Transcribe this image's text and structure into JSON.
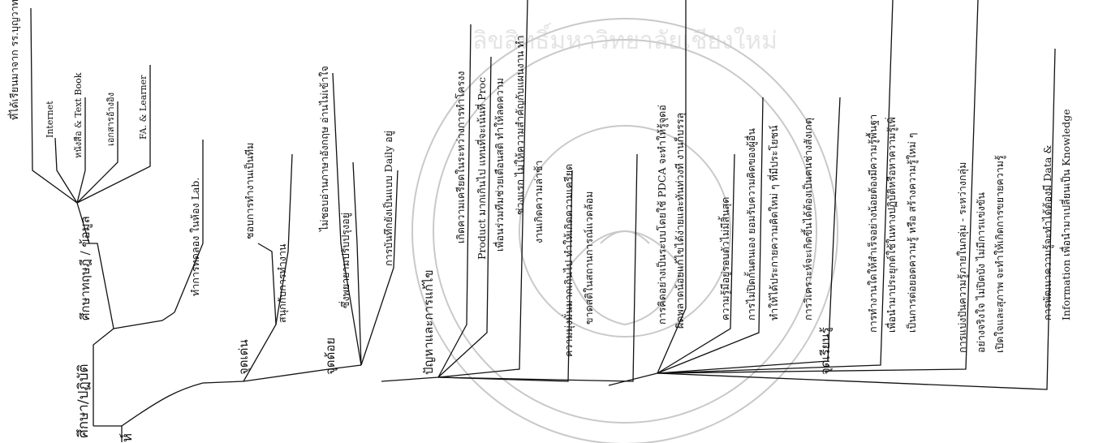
{
  "root_label": "ห์",
  "branches": {
    "study": {
      "label": "ศึกษา/ปฏิบัติ",
      "theory": {
        "label": "ศึกษาทฤษฎี / ข้อมูล",
        "sources_top": "ที่ได้เรียนมาจาก รร.บุญวาทย์",
        "sources": [
          "Internet",
          "หนังสือ & Text Book",
          "เอกสารอ้างอิง",
          "FA. & Learner"
        ]
      },
      "lab": "ทำการทดลอง ในห้อง Lab."
    },
    "strength": {
      "label": "จุดเด่น",
      "items": [
        "ชอบการทำงานเป็นทีม",
        "สนุกกับการทำงาน"
      ]
    },
    "weakness": {
      "label": "จุดด้อย",
      "items": [
        "ไม่ชอบอ่านภาษาอังกฤษ อ่านไม่เข้าใจ",
        "ซึ่งพยายามปรับปรุงอยู่",
        "การบันทึกยังเป็นแบบ Daily อยู่"
      ]
    },
    "problems": {
      "label": "ปัญหาและการแก้ไข",
      "items": [
        "เกิดความเครียดในระหว่างการทำโครงง",
        "Product มากเกินไป แทนที่จะเน้นที่ Proc",
        "เพื่อนร่วมทีมช่วยเตือนสติ ทำให้ลดความ",
        "ช่วงแรก ไม่ให้ความสำคัญกับแผนงาน ทำ",
        "งานเกิดความล่าช้า",
        "ความมุ่งมั่นมากเกินไป ทำให้เกิดความเครียด",
        "ขาดสติในสถานการณ์แวดล้อม"
      ]
    },
    "learning": {
      "label": "จุดเรียนรู้",
      "items": [
        "การคิดอย่างเป็นระบบโดยใช้ PDCA จะทำให้รู้จุดอ่",
        "ผิดพลาดน้อยแก้ไขได้ง่ายและทันท่วงที งานก็บรรลุ",
        "ความรู้มีอยู่รอบตัวไม่มีสิ้นสุด",
        "การไม่ปิดกั้นตนเอง ยอมรับความคิดของผู้อื่น",
        "ทำให้ได้ประกายความคิดใหม่ ๆ ที่มีประโยชน์",
        "การวิเคราะห์จะเกิดขึ้นได้ต้องเป็นคนช่างสังเกตุ",
        "การทำงานใดให้สำเร็จอย่างน้อยต้องมีความรู้พื้นฐา",
        "เพื่อนำมาประยุกต์ใช้ในทางปฏิบัติหรือหาความรู้เพิ่",
        "เป็นการต่อยอดความรู้ หรือ สร้างความรู้ใหม่ ๆ",
        "การแบ่งปันความรู้ภายในกลุ่ม - ระหว่างกลุ่ม",
        "อย่างจริงใจ ไม่ปิดบัง ไม่มีการแข่งขัน",
        "เปิดใจและสุภาพ จะทำให้เกิดการขยายความรู้",
        "การพัฒนาความรู้จะทำได้ต้องมี Data &",
        "Information เพื่อนำมาเปลี่ยนเป็น Knowledge"
      ]
    }
  },
  "watermark": {
    "ring_text": "ลิขสิทธิ์มหาวิทยาลัยเชียงใหม่"
  }
}
